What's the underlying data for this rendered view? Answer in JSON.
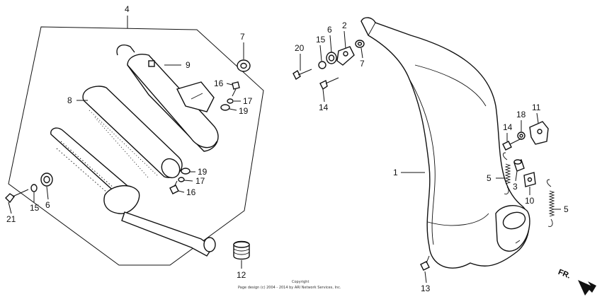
{
  "callouts": {
    "c1": "1",
    "c2": "2",
    "c3": "3",
    "c4": "4",
    "c5a": "5",
    "c5b": "5",
    "c6a": "6",
    "c6b": "6",
    "c7a": "7",
    "c7b": "7",
    "c8": "8",
    "c9": "9",
    "c10": "10",
    "c11": "11",
    "c12": "12",
    "c13": "13",
    "c14a": "14",
    "c14b": "14",
    "c15a": "15",
    "c15b": "15",
    "c16a": "16",
    "c16b": "16",
    "c17a": "17",
    "c17b": "17",
    "c18": "18",
    "c19a": "19",
    "c19b": "19",
    "c20": "20",
    "c21": "21"
  },
  "direction_label": "FR.",
  "copyright": {
    "line1": "Copyright",
    "line2": "Page design (c) 2004 - 2014 by ARI Network Services, Inc."
  }
}
